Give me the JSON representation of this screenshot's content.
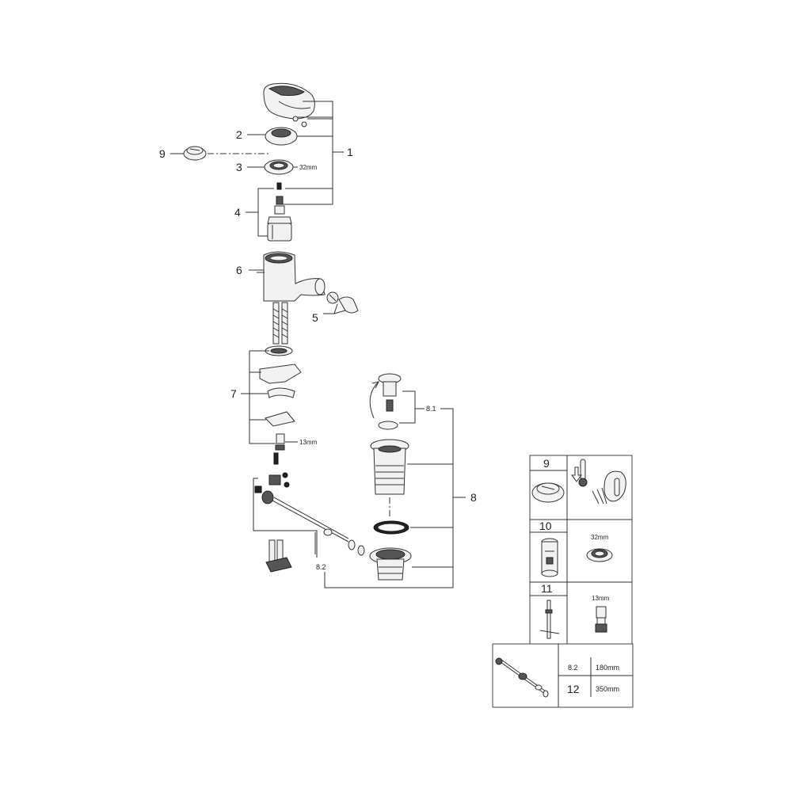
{
  "callouts": {
    "c1": "1",
    "c2": "2",
    "c3": "3",
    "c4": "4",
    "c5": "5",
    "c6": "6",
    "c7": "7",
    "c8": "8",
    "c8_1": "8.1",
    "c8_2": "8.2",
    "c9": "9"
  },
  "dimensions": {
    "d32": "32mm",
    "d13": "13mm"
  },
  "table": {
    "r9_num": "9",
    "r10_num": "10",
    "r10_dim": "32mm",
    "r11_num": "11",
    "r11_dim": "13mm",
    "r82_num": "8.2",
    "r82_len": "180mm",
    "r12_num": "12",
    "r12_len": "350mm"
  }
}
